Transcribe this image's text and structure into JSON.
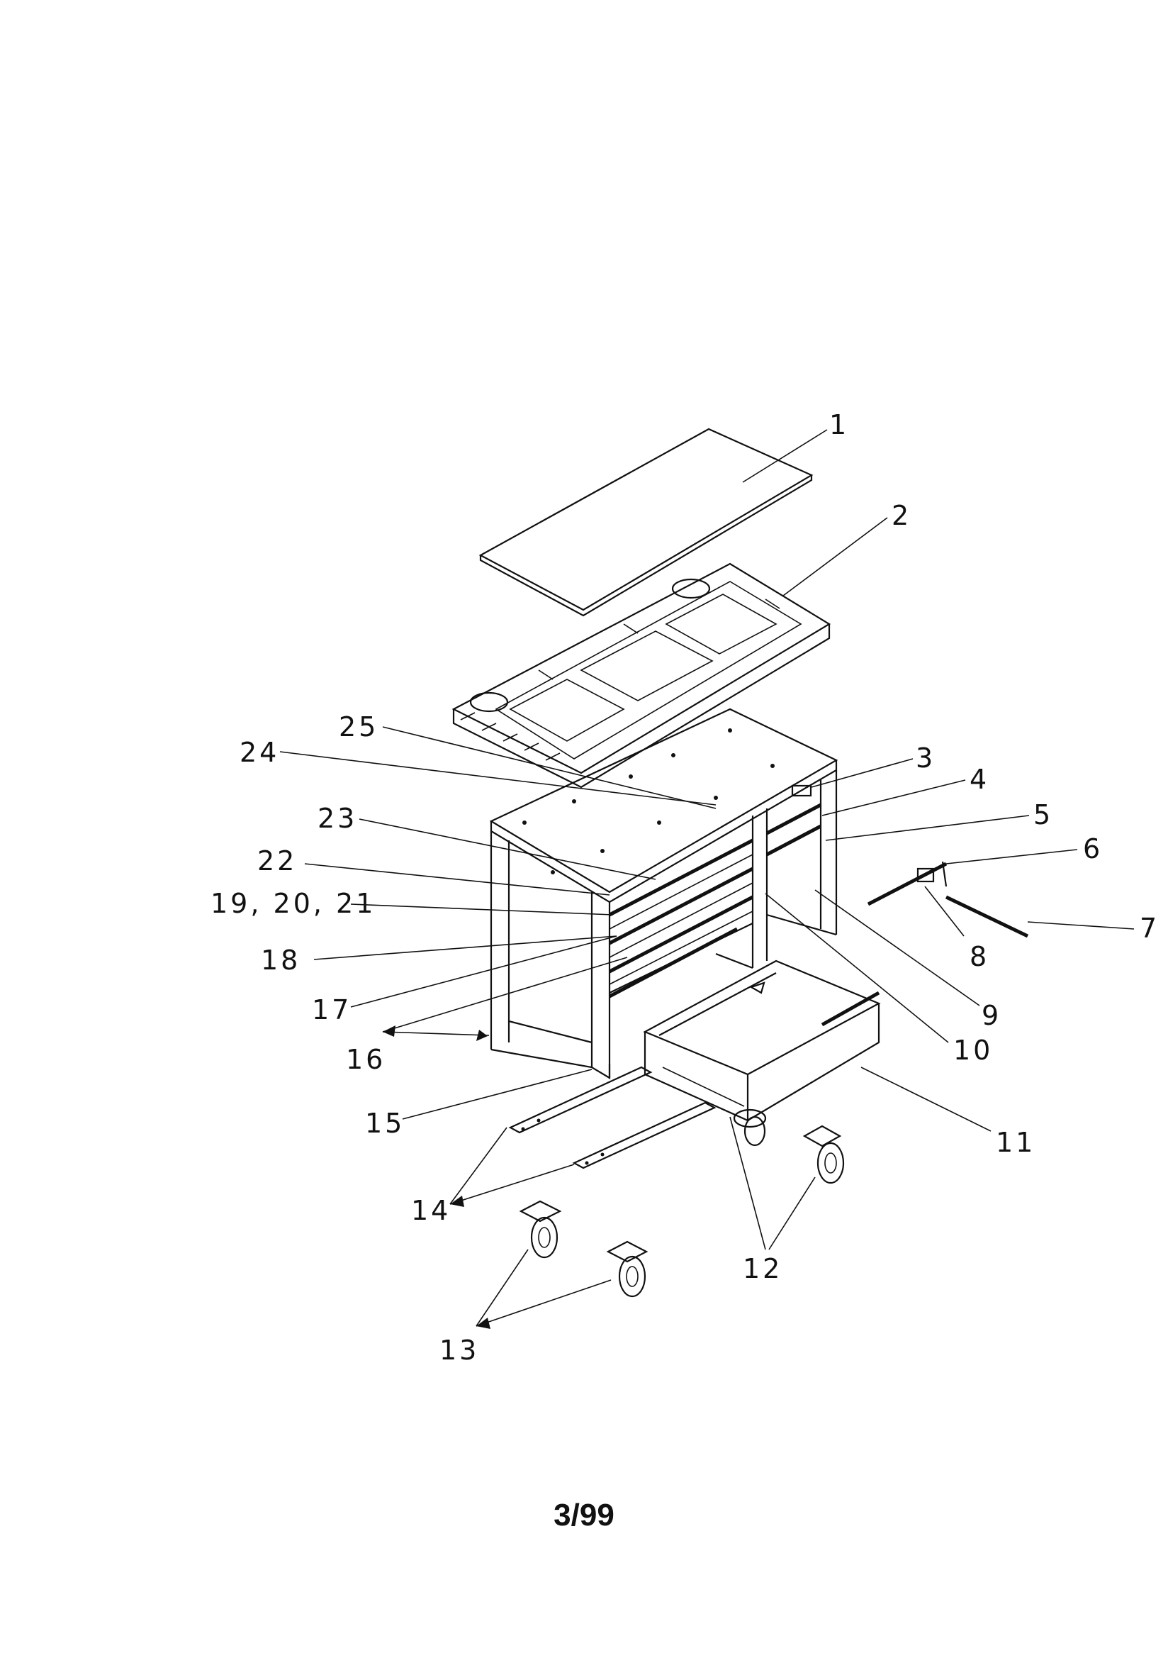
{
  "diagram": {
    "callouts": [
      {
        "id": "c1",
        "text": "1"
      },
      {
        "id": "c2",
        "text": "2"
      },
      {
        "id": "c3",
        "text": "3"
      },
      {
        "id": "c4",
        "text": "4"
      },
      {
        "id": "c5",
        "text": "5"
      },
      {
        "id": "c6",
        "text": "6"
      },
      {
        "id": "c7",
        "text": "7"
      },
      {
        "id": "c8",
        "text": "8"
      },
      {
        "id": "c9",
        "text": "9"
      },
      {
        "id": "c10",
        "text": "10"
      },
      {
        "id": "c11",
        "text": "11"
      },
      {
        "id": "c12",
        "text": "12"
      },
      {
        "id": "c13",
        "text": "13"
      },
      {
        "id": "c14",
        "text": "14"
      },
      {
        "id": "c15",
        "text": "15"
      },
      {
        "id": "c16",
        "text": "16"
      },
      {
        "id": "c17",
        "text": "17"
      },
      {
        "id": "c18",
        "text": "18"
      },
      {
        "id": "c19",
        "text": "19, 20, 21"
      },
      {
        "id": "c22",
        "text": "22"
      },
      {
        "id": "c23",
        "text": "23"
      },
      {
        "id": "c24",
        "text": "24"
      },
      {
        "id": "c25",
        "text": "25"
      }
    ]
  },
  "footer": {
    "page_code": "3/99"
  }
}
